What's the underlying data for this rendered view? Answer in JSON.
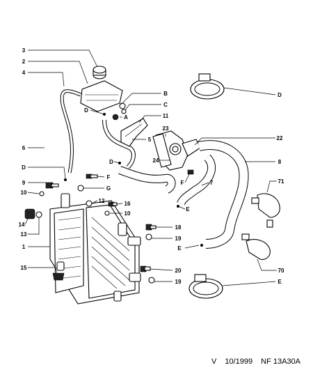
{
  "callouts": {
    "c3": "3",
    "c2": "2",
    "c4": "4",
    "c6": "6",
    "cB": "B",
    "cC": "C",
    "cD1": "D",
    "cA": "A",
    "c11": "11",
    "c23": "23",
    "c5": "5",
    "cD2": "D",
    "c24": "24",
    "cF1": "F",
    "c7": "7",
    "cE1": "E",
    "c22": "22",
    "c8": "8",
    "cDr": "D",
    "cDl": "D",
    "c9": "9",
    "c10a": "10",
    "cF2": "F",
    "cG": "G",
    "c12": "12",
    "c16": "16",
    "c10b": "10",
    "c14": "14",
    "c13": "13",
    "c1": "1",
    "c18": "18",
    "c19a": "19",
    "cE2": "E",
    "c71": "71",
    "c70": "70",
    "c15": "15",
    "c20": "20",
    "c19b": "19",
    "cE3": "E"
  },
  "footer": {
    "version": "V",
    "date": "10/1999",
    "reference": "NF 13A30A"
  }
}
